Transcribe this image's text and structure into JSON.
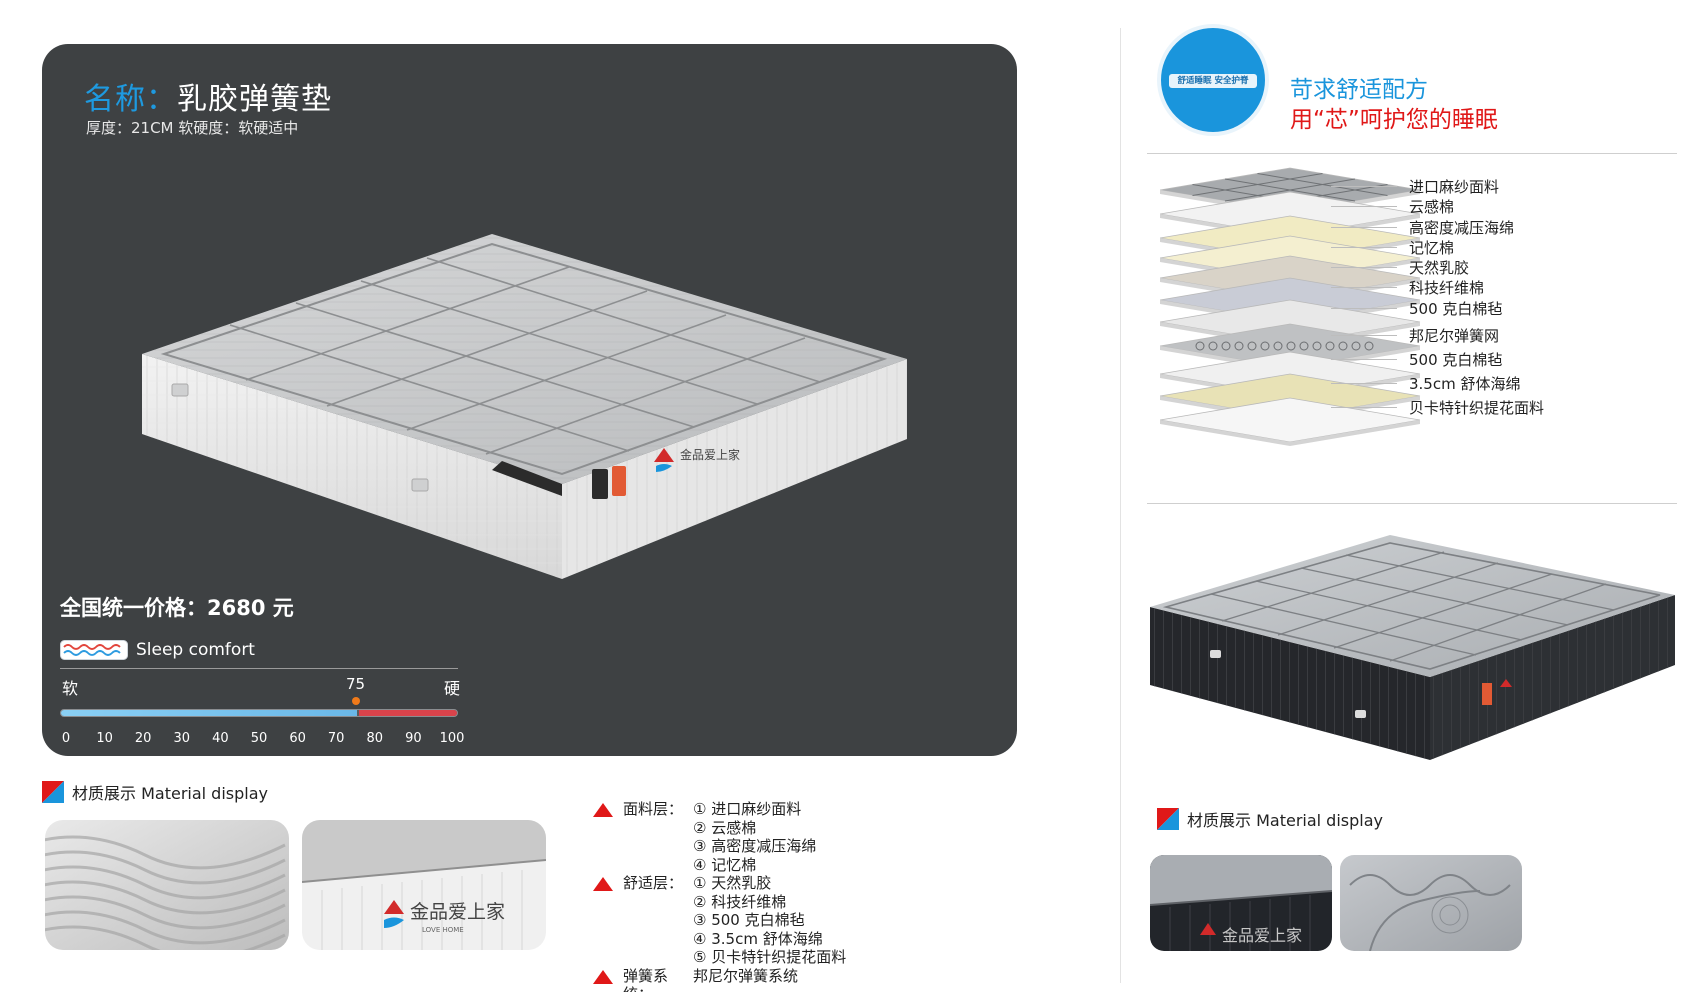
{
  "product": {
    "name_label": "名称：",
    "name_value": "乳胶弹簧垫",
    "specs": "厚度：21CM   软硬度：软硬适中",
    "price": "全国统一价格：2680 元"
  },
  "comfort": {
    "label": "Sleep comfort",
    "soft_label": "软",
    "hard_label": "硬",
    "value": 75,
    "value_text": "75",
    "ticks": [
      "0",
      "10",
      "20",
      "30",
      "40",
      "50",
      "60",
      "70",
      "80",
      "90",
      "100"
    ]
  },
  "material_section": {
    "title": "材质展示 Material display"
  },
  "layers_list": [
    {
      "category": "面料层：",
      "items": [
        "① 进口麻纱面料",
        "② 云感棉",
        "③ 高密度减压海绵",
        "④ 记忆棉"
      ]
    },
    {
      "category": "舒适层：",
      "items": [
        "① 天然乳胶",
        "② 科技纤维棉",
        "③ 500 克白棉毡",
        "④ 3.5cm 舒体海绵",
        "⑤ 贝卡特针织提花面料"
      ]
    },
    {
      "category": "弹簧系统：",
      "items": [
        "邦尼尔弹簧系统"
      ]
    }
  ],
  "badge": {
    "text": "舒适睡眠 安全护脊"
  },
  "slogan": {
    "line1": "苛求舒适配方",
    "line2": "用“芯”呵护您的睡眠"
  },
  "layer_labels": [
    "进口麻纱面料",
    "云感棉",
    "高密度减压海绵",
    "记忆棉",
    "天然乳胶",
    "科技纤维棉",
    "500 克白棉毡",
    "邦尼尔弹簧网",
    "500 克白棉毡",
    "3.5cm 舒体海绵",
    "贝卡特针织提花面料"
  ],
  "brand": {
    "name": "金品爱上家",
    "sub": "LOVE HOME"
  },
  "colors": {
    "panel": "#3e4143",
    "accent_blue": "#1a95dc",
    "accent_red": "#e01818",
    "marker": "#f07a1a"
  }
}
